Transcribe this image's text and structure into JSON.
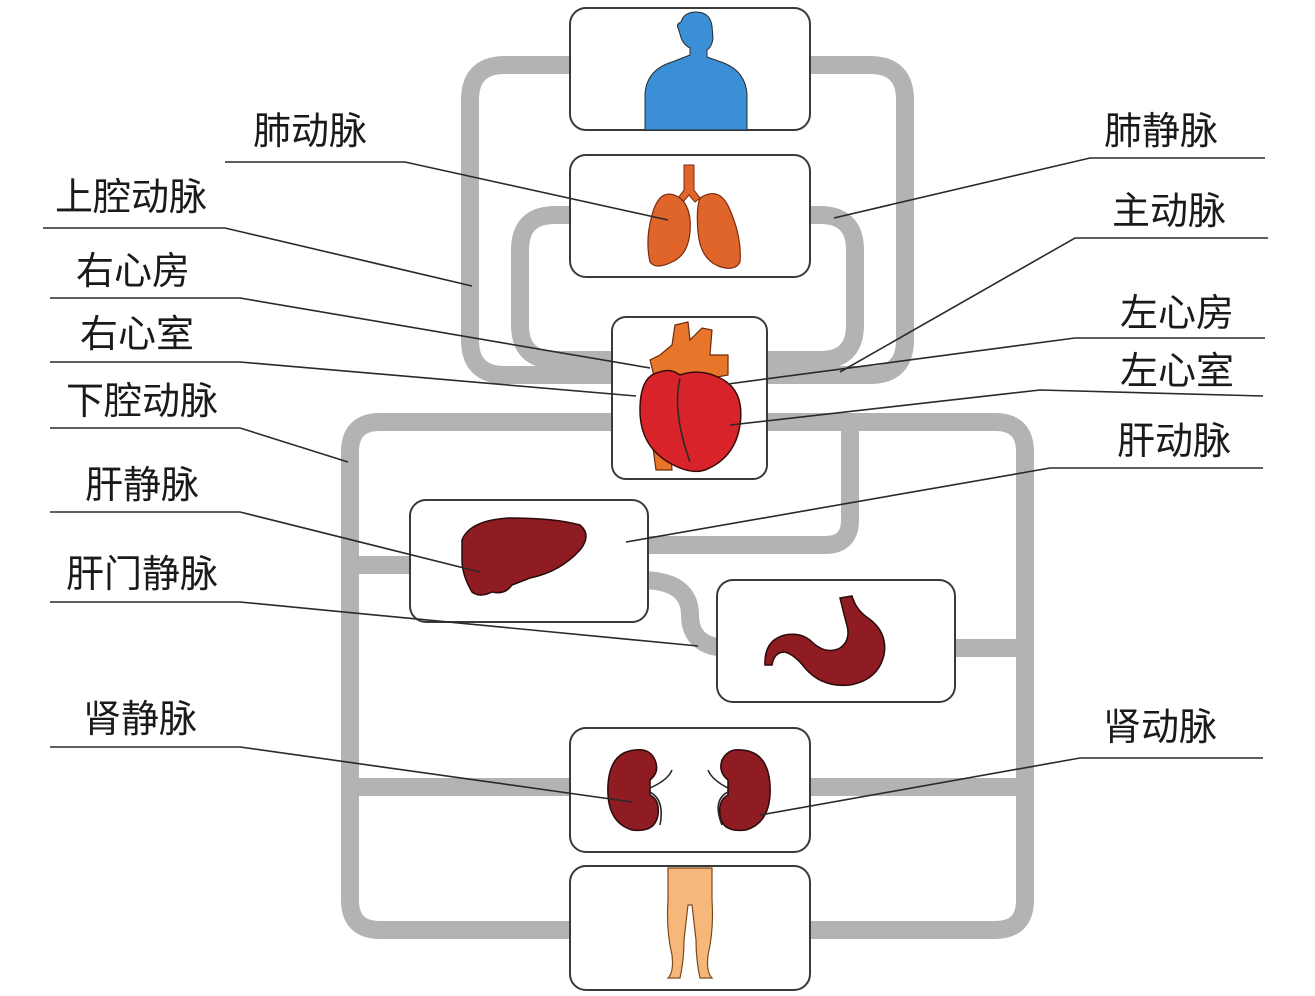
{
  "labels": {
    "pulmonary_artery": "肺动脉",
    "superior_vena_cava": "上腔动脉",
    "right_atrium": "右心房",
    "right_ventricle": "右心室",
    "inferior_vena_cava": "下腔动脉",
    "hepatic_vein": "肝静脉",
    "hepatic_portal_vein": "肝门静脉",
    "renal_vein": "肾静脉",
    "pulmonary_vein": "肺静脉",
    "aorta": "主动脉",
    "left_atrium": "左心房",
    "left_ventricle": "左心室",
    "hepatic_artery": "肝动脉",
    "renal_artery": "肾动脉"
  },
  "colors": {
    "vessel": "#b3b3b3",
    "body_upper": "#3a8fd6",
    "lungs": "#e0652a",
    "heart": "#d8232a",
    "heart_vessels": "#e8762a",
    "liver": "#8e1c22",
    "stomach": "#8e1c22",
    "kidneys": "#8e1c22",
    "legs": "#f5b87a"
  },
  "icons": [
    "upper-body-icon",
    "lungs-icon",
    "heart-icon",
    "liver-icon",
    "stomach-icon",
    "kidneys-icon",
    "lower-body-icon"
  ]
}
